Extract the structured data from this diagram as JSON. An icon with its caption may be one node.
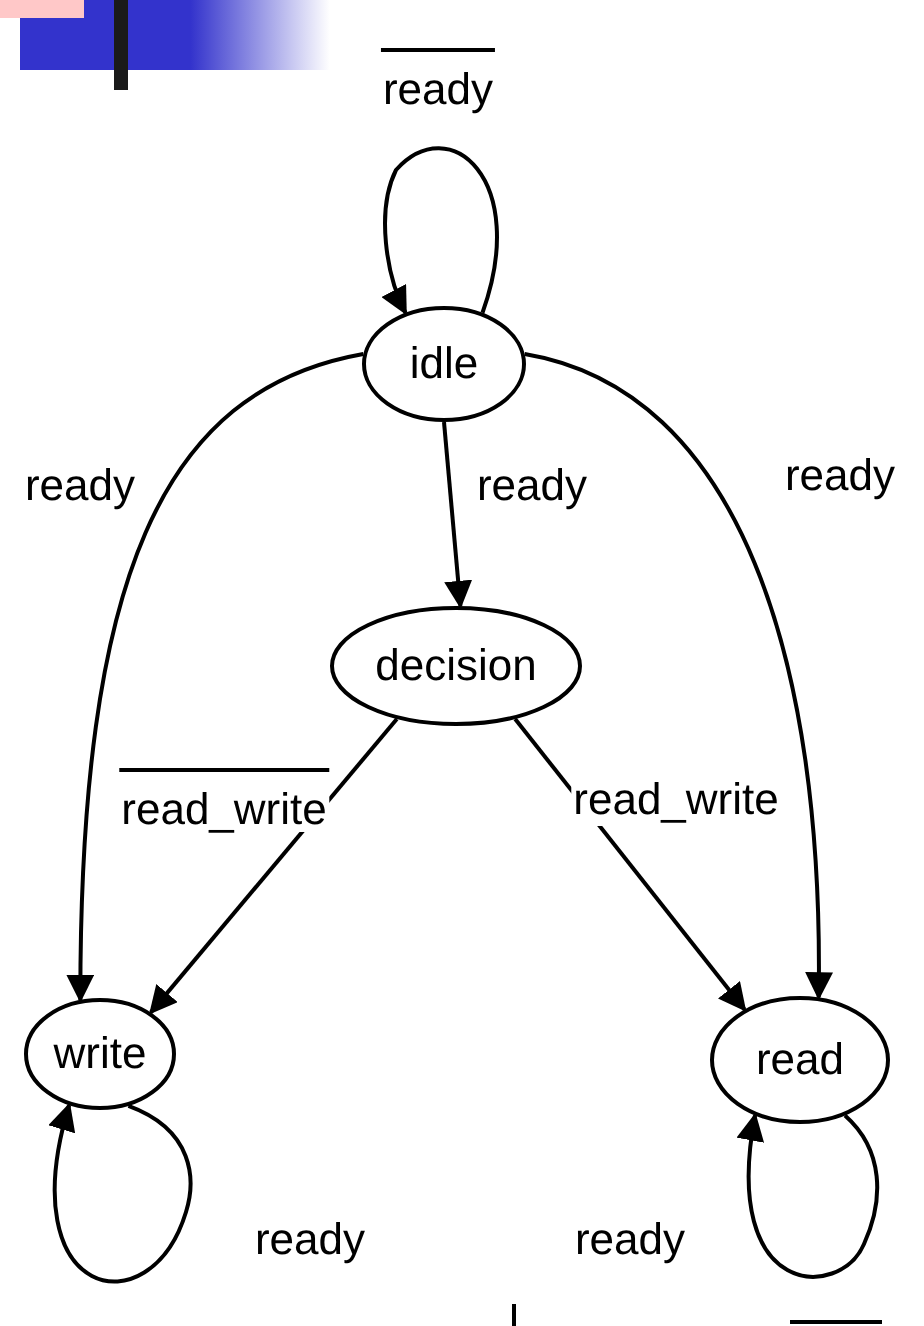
{
  "diagram": {
    "nodes": [
      {
        "text": [
          "idle"
        ]
      },
      {
        "text": [
          "decision"
        ]
      },
      {
        "text": [
          "write"
        ]
      },
      {
        "text": [
          "read"
        ]
      }
    ],
    "edges": [
      {
        "from": 0,
        "to": 0,
        "arrow": "to",
        "label": "ready"
      },
      {
        "from": 0,
        "to": 2,
        "arrow": "to",
        "label": "ready"
      },
      {
        "from": 0,
        "to": 1,
        "arrow": "to",
        "label": "ready"
      },
      {
        "from": 0,
        "to": 3,
        "arrow": "to",
        "label": "ready"
      },
      {
        "from": 1,
        "to": 2,
        "arrow": "to",
        "label": "read_write"
      },
      {
        "from": 1,
        "to": 3,
        "arrow": "to",
        "label": "read_write"
      },
      {
        "from": 2,
        "to": 2,
        "arrow": "to",
        "label": "ready"
      },
      {
        "from": 3,
        "to": 3,
        "arrow": "to",
        "label": "ready"
      }
    ]
  }
}
